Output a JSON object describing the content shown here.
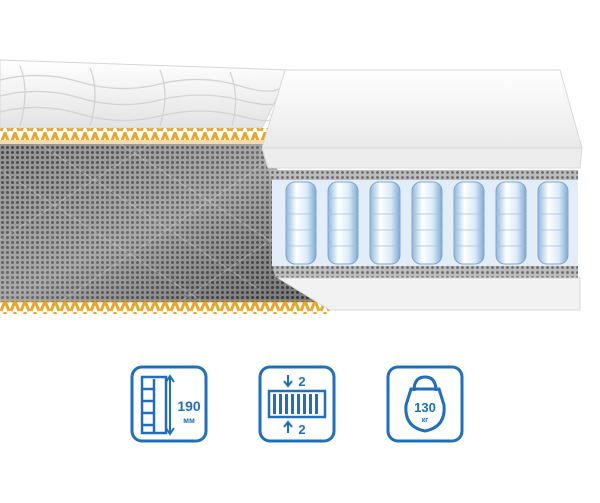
{
  "colors": {
    "accent": "#1f6fbf",
    "stitch": "#e8a62a",
    "mesh": "#7a7a7a",
    "foam": "#f4f4f4",
    "spring": "#bcd9f2"
  },
  "features": [
    {
      "icon": "height-icon",
      "value": "190",
      "unit": "мм"
    },
    {
      "icon": "rigidity-icon",
      "top_value": "2",
      "bottom_value": "2"
    },
    {
      "icon": "max-load-weight-icon",
      "value": "130",
      "unit": "кг"
    }
  ]
}
